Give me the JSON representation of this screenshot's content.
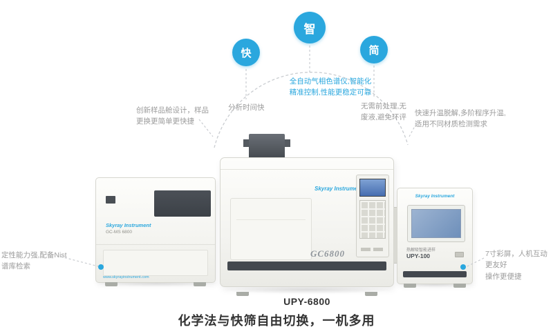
{
  "badges": {
    "fast": "快",
    "smart": "智",
    "simple": "简"
  },
  "callouts": {
    "auto_gc": [
      "全自动气相色谱仪,智能化",
      "精准控制,性能更稳定可靠"
    ],
    "analysis_fast": "分析时间快",
    "sample_design": [
      "创新样品舱设计，样品",
      "更换更简单更快捷"
    ],
    "no_pretreatment": [
      "无需前处理,无",
      "废液,避免环评"
    ],
    "fast_heating": [
      "快速升温脱解,多阶程序升温,",
      "适用不同材质检测需求"
    ],
    "nist_library": "定性能力强,配备Nist谱库检索",
    "color_screen": [
      "7寸彩屏，人机互动更友好",
      "操作更便捷"
    ]
  },
  "instruments": {
    "left": {
      "brand": "Skyray Instrument",
      "model": "GC-MS 6800",
      "website": "www.skyrayinstrument.com"
    },
    "middle": {
      "brand": "Skyray Instrument",
      "logo": "GC6800"
    },
    "right": {
      "brand": "Skyray Instrument",
      "type_label": "热解吸智能进样",
      "model": "UPY-100"
    }
  },
  "footer": {
    "product_name": "UPY-6800",
    "tagline": "化学法与快筛自由切换，一机多用"
  },
  "colors": {
    "accent": "#2aa7de",
    "text_gray": "#9b9b9b",
    "dark_panel": "#43484e"
  }
}
